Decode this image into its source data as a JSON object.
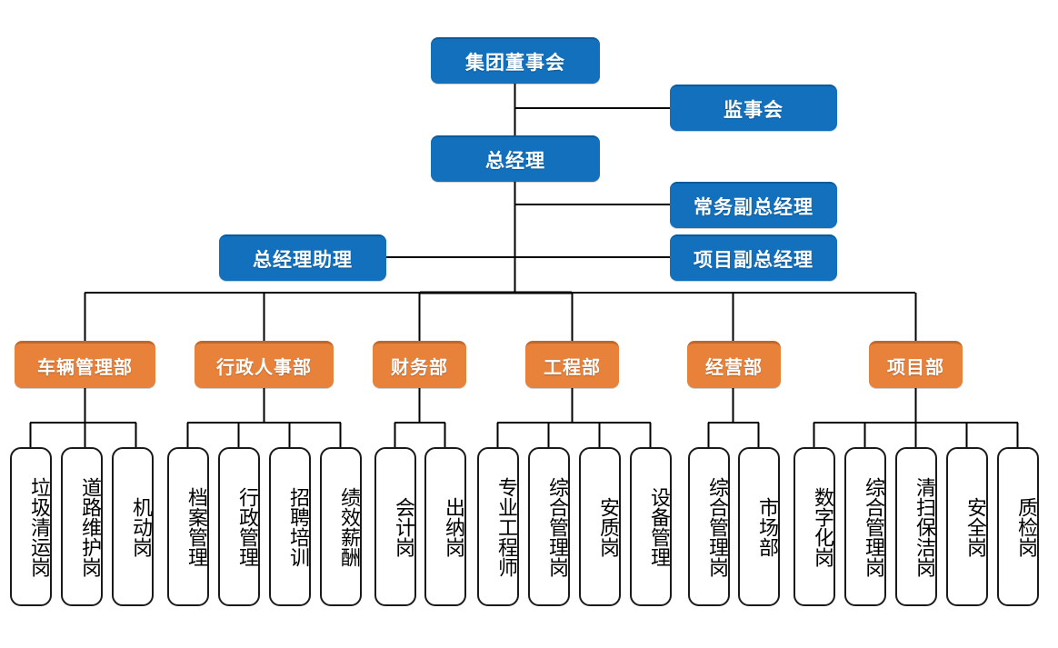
{
  "meta": {
    "title": "集团组织结构图",
    "colors": {
      "executive_blue": "#1270BD",
      "executive_blue_border": "#0A5A9B",
      "department_orange": "#E8813A",
      "department_orange_border": "#C1672A",
      "post_border": "#1A1A1A",
      "connector": "#000000",
      "background": "#FFFFFF"
    }
  },
  "executive": {
    "board": "集团董事会",
    "supervisory": "监事会",
    "general_manager": "总经理",
    "executive_deputy": "常务副总经理",
    "project_deputy": "项目副总经理",
    "gm_assistant": "总经理助理"
  },
  "departments": [
    {
      "name": "车辆管理部",
      "posts": [
        "垃圾清运岗",
        "道路维护岗",
        "机动岗"
      ]
    },
    {
      "name": "行政人事部",
      "posts": [
        "档案管理",
        "行政管理",
        "招聘培训",
        "绩效薪酬"
      ]
    },
    {
      "name": "财务部",
      "posts": [
        "会计岗",
        "出纳岗"
      ]
    },
    {
      "name": "工程部",
      "posts": [
        "专业工程师",
        "综合管理岗",
        "安质岗",
        "设备管理"
      ]
    },
    {
      "name": "经营部",
      "posts": [
        "综合管理岗",
        "市场部"
      ]
    },
    {
      "name": "项目部",
      "posts": [
        "数字化岗",
        "综合管理岗",
        "清扫保洁岗",
        "安全岗",
        "质检岗"
      ]
    }
  ]
}
